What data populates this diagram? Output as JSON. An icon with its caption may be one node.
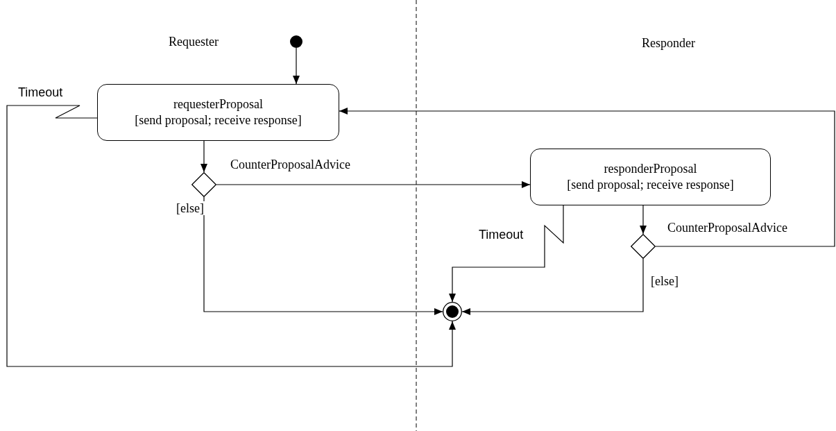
{
  "diagram": {
    "nodes": [
      {
        "text": [],
        "shape": "circle"
      },
      {
        "text": [
          "requesterProposal",
          "[send proposal; receive response]"
        ]
      },
      {
        "text": [],
        "shape": "diamond"
      },
      {
        "text": [
          "responderProposal",
          "[send proposal; receive response]"
        ]
      },
      {
        "text": [],
        "shape": "diamond"
      },
      {
        "text": [],
        "shape": "bullseye"
      }
    ],
    "edges": [
      {
        "from": 0,
        "to": 1,
        "arrow": "to"
      },
      {
        "from": 1,
        "to": 2,
        "arrow": "to"
      },
      {
        "from": 2,
        "to": 3,
        "arrow": "to",
        "label": "CounterProposalAdvice"
      },
      {
        "from": 2,
        "to": 5,
        "arrow": "to",
        "label": "[else]"
      },
      {
        "from": 1,
        "to": 5,
        "arrow": "to",
        "label": "Timeout"
      },
      {
        "from": 3,
        "to": 5,
        "arrow": "to",
        "label": "Timeout"
      },
      {
        "from": 3,
        "to": 4,
        "arrow": "to"
      },
      {
        "from": 4,
        "to": 1,
        "arrow": "to",
        "label": "CounterProposalAdvice"
      },
      {
        "from": 4,
        "to": 5,
        "arrow": "to",
        "label": "[else]"
      }
    ],
    "labels": [
      "Requester",
      "Responder"
    ]
  }
}
